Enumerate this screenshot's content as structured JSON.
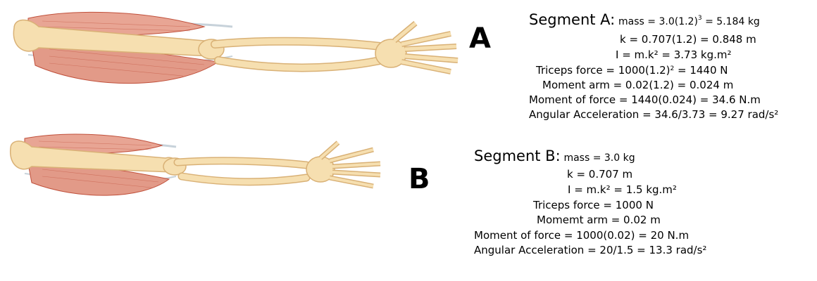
{
  "segments": {
    "a": {
      "letter": "A",
      "title": "Segment A:",
      "mass_text": "mass = 3.0(1.2)",
      "mass_exp": "3",
      "mass_result": " = 5.184 kg",
      "k_text": "k = 0.707(1.2) = 0.848 m",
      "i_text": "I = m.k² = 3.73 kg.m²",
      "triceps_text": "Triceps force = 1000(1.2)",
      "triceps_exp": "2",
      "triceps_result": " = 1440 N",
      "moment_arm_text": "Moment arm = 0.02(1.2) = 0.024 m",
      "moment_force_text": "Moment of force = 1440(0.024) = 34.6 N.m",
      "angular_text": "Angular Acceleration = 34.6/3.73 = 9.27 rad/s²"
    },
    "b": {
      "letter": "B",
      "title": "Segment B:",
      "mass_text": "mass = 3.0 kg",
      "k_text": "k = 0.707 m",
      "i_text": "I  = m.k² = 1.5 kg.m²",
      "triceps_text": "Triceps force = 1000 N",
      "moment_arm_text": "Momemt arm = 0.02 m",
      "moment_force_text": "Moment of force = 1000(0.02) = 20 N.m",
      "angular_text": "Angular Acceleration = 20/1.5 = 13.3 rad/s²"
    }
  },
  "colors": {
    "muscle": "#d9826f",
    "muscle_dark": "#c0503b",
    "bone": "#f6dfb0",
    "bone_edge": "#d9b176",
    "tendon": "#cfd8de"
  }
}
